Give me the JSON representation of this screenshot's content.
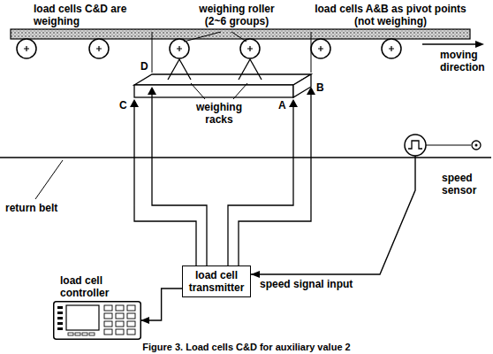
{
  "diagram": {
    "caption": "Figure 3. Load cells C&D for auxiliary value 2",
    "nodes": [
      {
        "text": [
          "speed sensor"
        ]
      },
      {
        "text": [
          "load cell transmitter"
        ]
      },
      {
        "text": [
          "load cell controller"
        ]
      }
    ],
    "edges": [
      {
        "from": 0,
        "to": 1,
        "arrow": "to",
        "label": "speed signal input"
      },
      {
        "from": 1,
        "to": 2,
        "arrow": "to"
      }
    ],
    "labels": [
      "load cells C&D are weighing",
      "weighing roller (2~6 groups)",
      "load cells A&B as pivot points (not weighing)",
      "moving direction",
      "C",
      "D",
      "A",
      "B",
      "weighing racks",
      "return belt"
    ]
  }
}
